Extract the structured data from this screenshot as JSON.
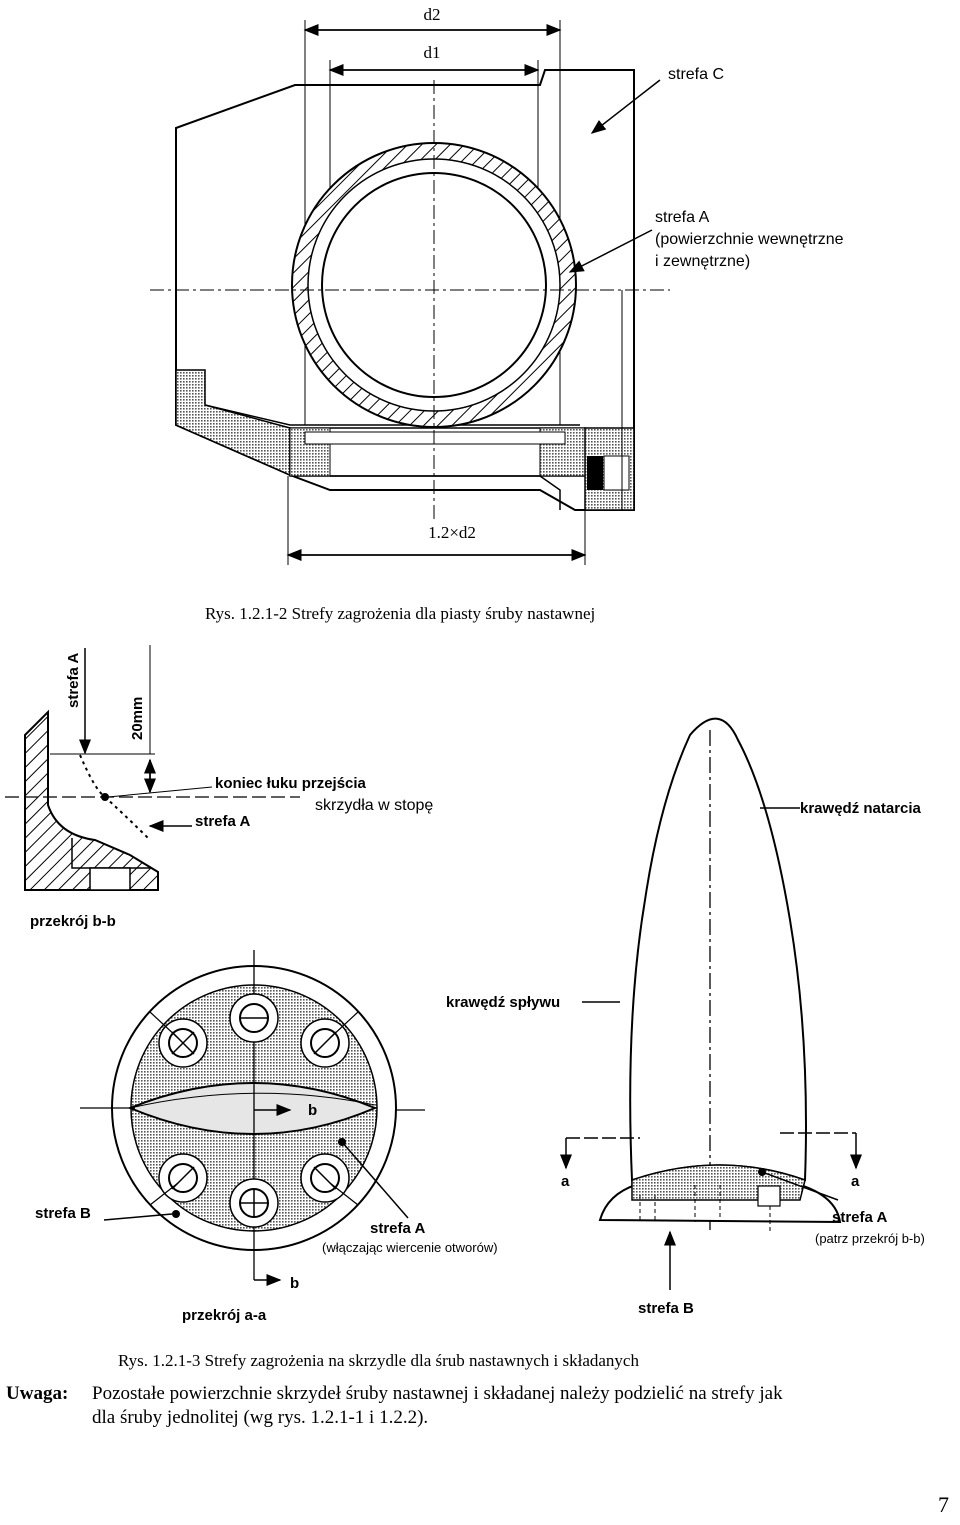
{
  "figure1": {
    "dim_d2": "d2",
    "dim_d1": "d1",
    "dim_12d2": "1.2×d2",
    "label_strefa_c": "strefa C",
    "label_strefa_a_line1": "strefa A",
    "label_strefa_a_line2": "(powierzchnie wewnętrzne",
    "label_strefa_a_line3": "i zewnętrzne)",
    "caption": "Rys. 1.2.1-2 Strefy zagrożenia dla piasty śruby nastawnej"
  },
  "figure2": {
    "label_strefa_a_vertical": "strefa A",
    "label_20mm": "20mm",
    "label_koniec_line1": "koniec łuku przejścia",
    "label_koniec_line2": "skrzydła w stopę",
    "label_strefa_a_section": "strefa A",
    "label_przekroj_bb": "przekrój b-b",
    "label_krawedz_natarcia": "krawędź natarcia",
    "label_krawedz_splywu": "krawędź spływu",
    "label_b_top": "b",
    "label_b_bottom": "b",
    "label_a_left": "a",
    "label_a_right": "a",
    "label_strefa_b_left": "strefa B",
    "label_strefa_a_hub": "strefa A",
    "label_wlaczajac": "(włączając wiercenie otworów)",
    "label_strefa_a_blade": "strefa A",
    "label_patrz": "(patrz przekrój b-b)",
    "label_przekroj_aa": "przekrój a-a",
    "label_strefa_b_bottom": "strefa B",
    "caption": "Rys. 1.2.1-3 Strefy zagrożenia na skrzydle dla śrub nastawnych i składanych"
  },
  "note": {
    "label": "Uwaga:",
    "line1": "Pozostałe powierzchnie skrzydeł śruby nastawnej i składanej należy podzielić na strefy jak",
    "line2": "dla śruby jednolitej (wg rys. 1.2.1-1 i 1.2.2)."
  },
  "page_number": "7"
}
